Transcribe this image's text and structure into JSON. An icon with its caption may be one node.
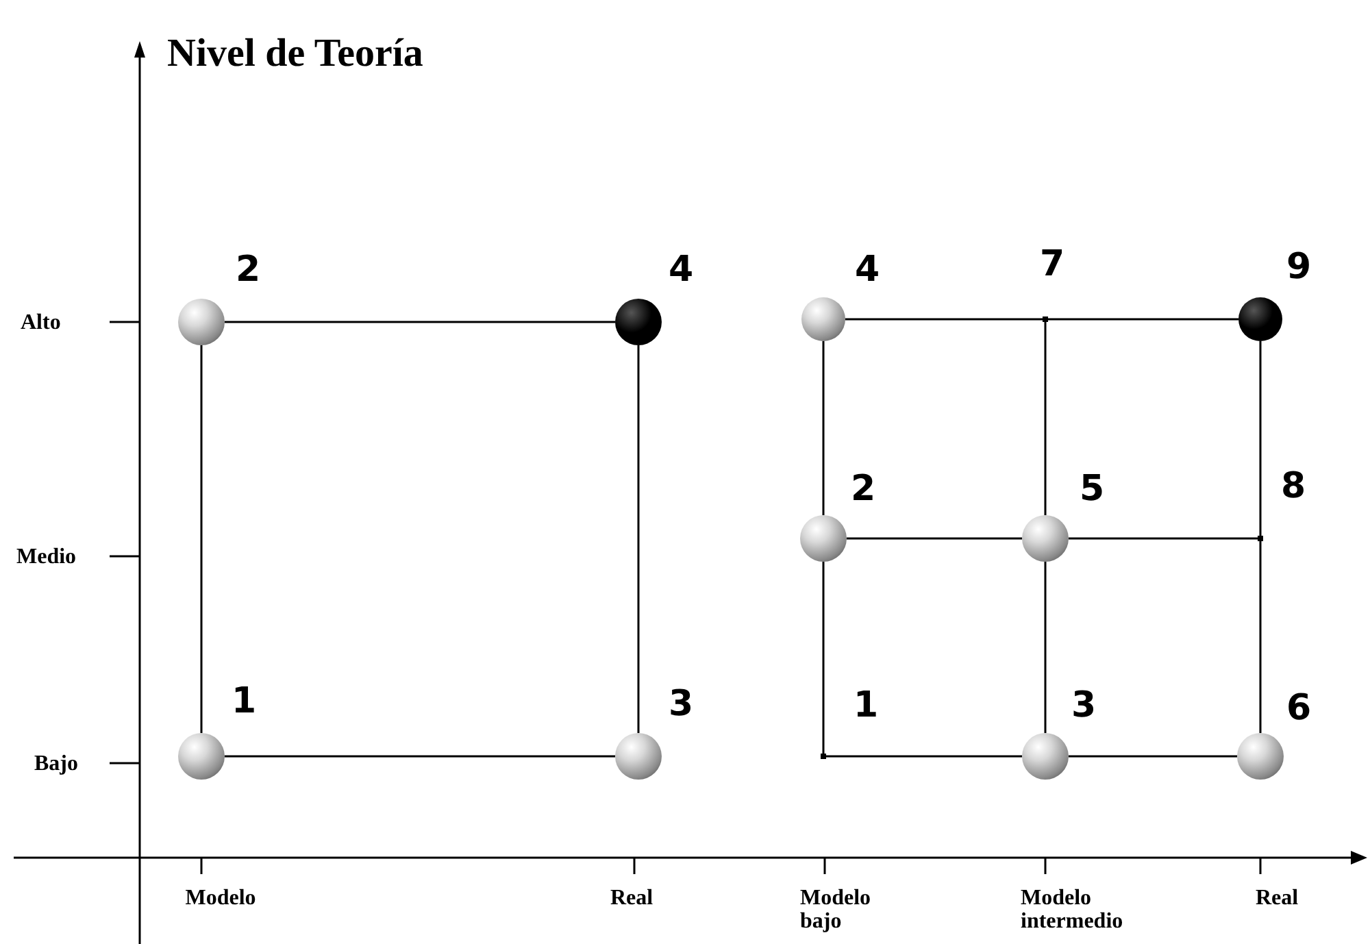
{
  "diagram": {
    "title": "Nivel de Teoría",
    "nodes": [
      {
        "text": [],
        "shape": "circle",
        "beside": [
          "2"
        ]
      },
      {
        "text": [],
        "shape": "dot",
        "beside": [
          "4"
        ]
      },
      {
        "text": [],
        "shape": "circle",
        "beside": [
          "1"
        ]
      },
      {
        "text": [],
        "shape": "circle",
        "beside": [
          "3"
        ]
      },
      {
        "text": [],
        "shape": "circle",
        "beside": [
          "4"
        ]
      },
      {
        "text": [],
        "shape": "junction",
        "beside": [
          "7"
        ]
      },
      {
        "text": [],
        "shape": "dot",
        "beside": [
          "9"
        ]
      },
      {
        "text": [],
        "shape": "circle",
        "beside": [
          "2"
        ]
      },
      {
        "text": [],
        "shape": "circle",
        "beside": [
          "5"
        ]
      },
      {
        "text": [],
        "shape": "junction",
        "beside": [
          "8"
        ]
      },
      {
        "text": [],
        "shape": "junction",
        "beside": [
          "1"
        ]
      },
      {
        "text": [],
        "shape": "circle",
        "beside": [
          "3"
        ]
      },
      {
        "text": [],
        "shape": "circle",
        "beside": [
          "6"
        ]
      }
    ],
    "edges": [
      {
        "from": 0,
        "to": 1,
        "arrow": "none"
      },
      {
        "from": 0,
        "to": 2,
        "arrow": "none"
      },
      {
        "from": 1,
        "to": 3,
        "arrow": "none"
      },
      {
        "from": 2,
        "to": 3,
        "arrow": "none"
      },
      {
        "from": 4,
        "to": 5,
        "arrow": "none"
      },
      {
        "from": 5,
        "to": 6,
        "arrow": "none"
      },
      {
        "from": 4,
        "to": 7,
        "arrow": "none"
      },
      {
        "from": 5,
        "to": 8,
        "arrow": "none"
      },
      {
        "from": 6,
        "to": 9,
        "arrow": "none"
      },
      {
        "from": 7,
        "to": 8,
        "arrow": "none"
      },
      {
        "from": 8,
        "to": 9,
        "arrow": "none"
      },
      {
        "from": 7,
        "to": 10,
        "arrow": "none"
      },
      {
        "from": 10,
        "to": 11,
        "arrow": "none"
      },
      {
        "from": 8,
        "to": 11,
        "arrow": "none"
      },
      {
        "from": 9,
        "to": 12,
        "arrow": "none"
      },
      {
        "from": 11,
        "to": 12,
        "arrow": "none"
      }
    ],
    "labels": [
      "Alto",
      "Medio",
      "Bajo",
      "Modelo",
      "Real",
      "Modelo bajo",
      "Modelo intermedio",
      "Real"
    ]
  }
}
